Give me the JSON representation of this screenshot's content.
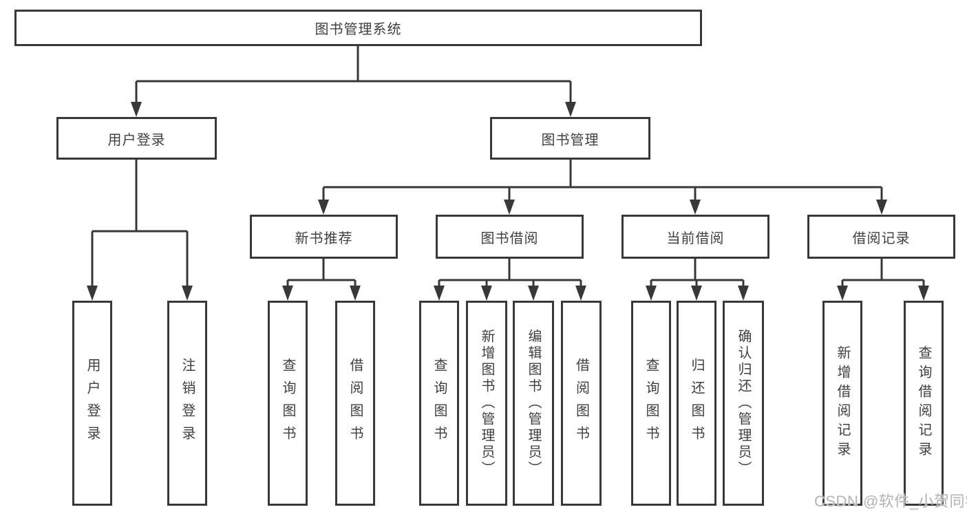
{
  "diagram": {
    "root": "图书管理系统",
    "level2": [
      {
        "label": "用户登录",
        "leaves": [
          "用户登录",
          "注销登录"
        ]
      },
      {
        "label": "图书管理",
        "groups": [
          {
            "label": "新书推荐",
            "leaves": [
              "查询图书",
              "借阅图书"
            ]
          },
          {
            "label": "图书借阅",
            "leaves": [
              "查询图书",
              "新增图书（管理员）",
              "编辑图书（管理员）",
              "借阅图书"
            ]
          },
          {
            "label": "当前借阅",
            "leaves": [
              "查询图书",
              "归还图书",
              "确认归还（管理员）"
            ]
          },
          {
            "label": "借阅记录",
            "leaves": [
              "新增借阅记录",
              "查询借阅记录"
            ]
          }
        ]
      }
    ]
  },
  "watermark": {
    "text": "CSDN @软件_小贺同学"
  },
  "colors": {
    "line": "#383838",
    "box_border": "#383838",
    "text": "#3f3f3f",
    "watermark": "#b3b3b3",
    "background": "#ffffff"
  }
}
